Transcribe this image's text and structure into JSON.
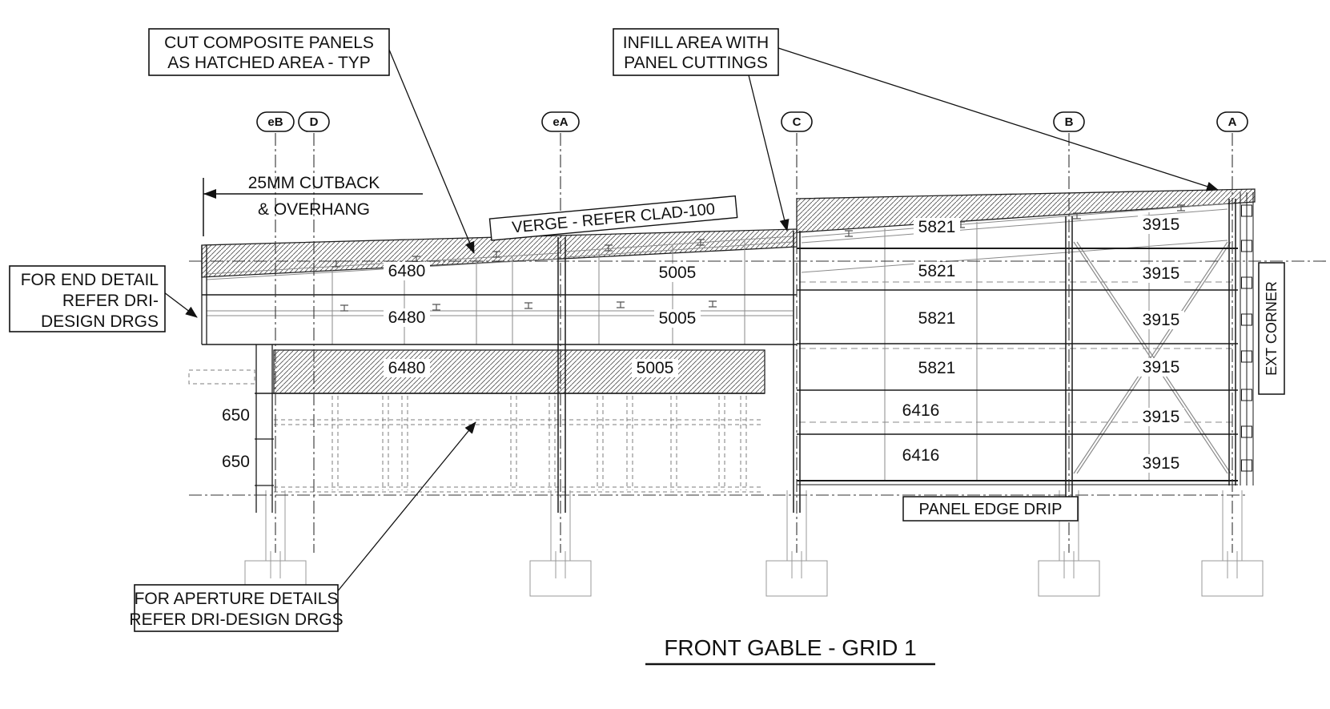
{
  "drawing": {
    "title": "FRONT GABLE - GRID 1",
    "grids": [
      "eB",
      "D",
      "eA",
      "C",
      "B",
      "A"
    ],
    "callouts": {
      "cut_composite": [
        "CUT COMPOSITE PANELS",
        "AS HATCHED AREA - TYP"
      ],
      "infill": [
        "INFILL AREA WITH",
        "PANEL CUTTINGS"
      ],
      "cutback": [
        "25MM CUTBACK",
        "& OVERHANG"
      ],
      "verge": "VERGE - REFER CLAD-100",
      "end_detail": [
        "FOR END DETAIL",
        "REFER DRI-",
        "DESIGN DRGS"
      ],
      "aperture": [
        "FOR APERTURE DETAILS",
        "REFER DRI-DESIGN DRGS"
      ],
      "panel_edge_drip": "PANEL EDGE DRIP",
      "ext_corner": "EXT CORNER"
    },
    "panels": {
      "left": [
        "6480",
        "6480",
        "6480"
      ],
      "middle": [
        "5005",
        "5005",
        "5005"
      ],
      "right_widths": [
        "5821",
        "5821",
        "5821",
        "5821",
        "6416",
        "6416"
      ],
      "right_bay": [
        "3915",
        "3915",
        "3915",
        "3915",
        "3915",
        "3915"
      ],
      "side_heights": [
        "650",
        "650"
      ]
    },
    "colors": {
      "line": "#1a1a1a",
      "light_line": "#8a8a8a",
      "background": "#ffffff"
    }
  }
}
